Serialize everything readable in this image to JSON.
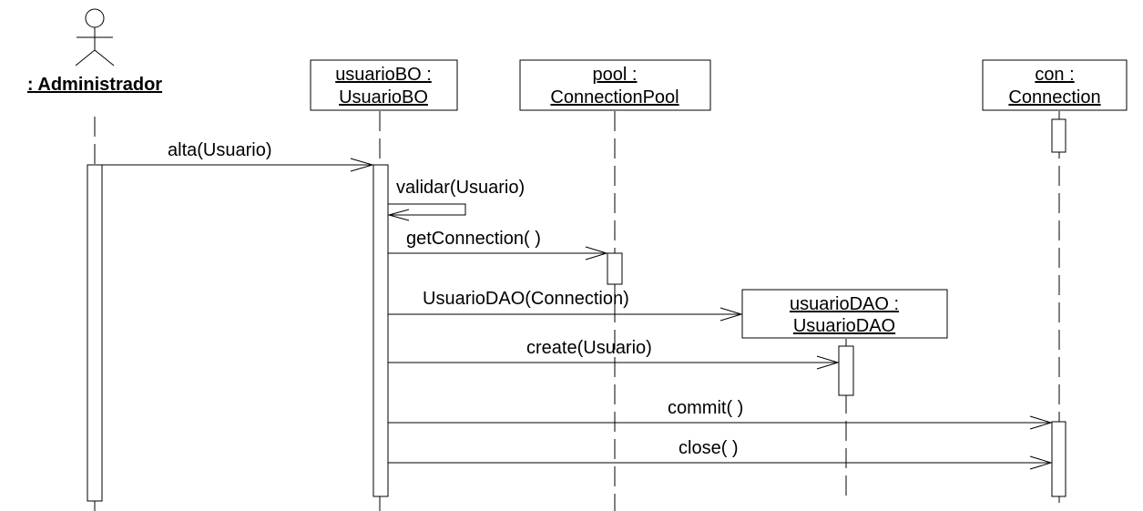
{
  "actor": {
    "label": ": Administrador"
  },
  "objects": {
    "usuarioBO": {
      "line1": "usuarioBO :",
      "line2": "UsuarioBO"
    },
    "pool": {
      "line1": "pool :",
      "line2": "ConnectionPool"
    },
    "usuarioDAO": {
      "line1": "usuarioDAO :",
      "line2": "UsuarioDAO"
    },
    "con": {
      "line1": "con :",
      "line2": "Connection"
    }
  },
  "messages": {
    "alta": "alta(Usuario)",
    "validar": "validar(Usuario)",
    "getConnection": "getConnection( )",
    "constructor": "UsuarioDAO(Connection)",
    "create": "create(Usuario)",
    "commit": "commit( )",
    "close": "close( )"
  }
}
